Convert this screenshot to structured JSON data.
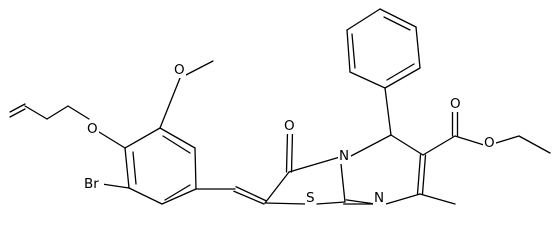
{
  "structure": {
    "atom_labels": {
      "O_ether": "O",
      "O_methoxy": "O",
      "Br": "Br",
      "O_ketone": "O",
      "N_ring": "N",
      "S_ring": "S",
      "N_imine": "N",
      "O_carbonyl": "O",
      "O_ester": "O"
    }
  }
}
